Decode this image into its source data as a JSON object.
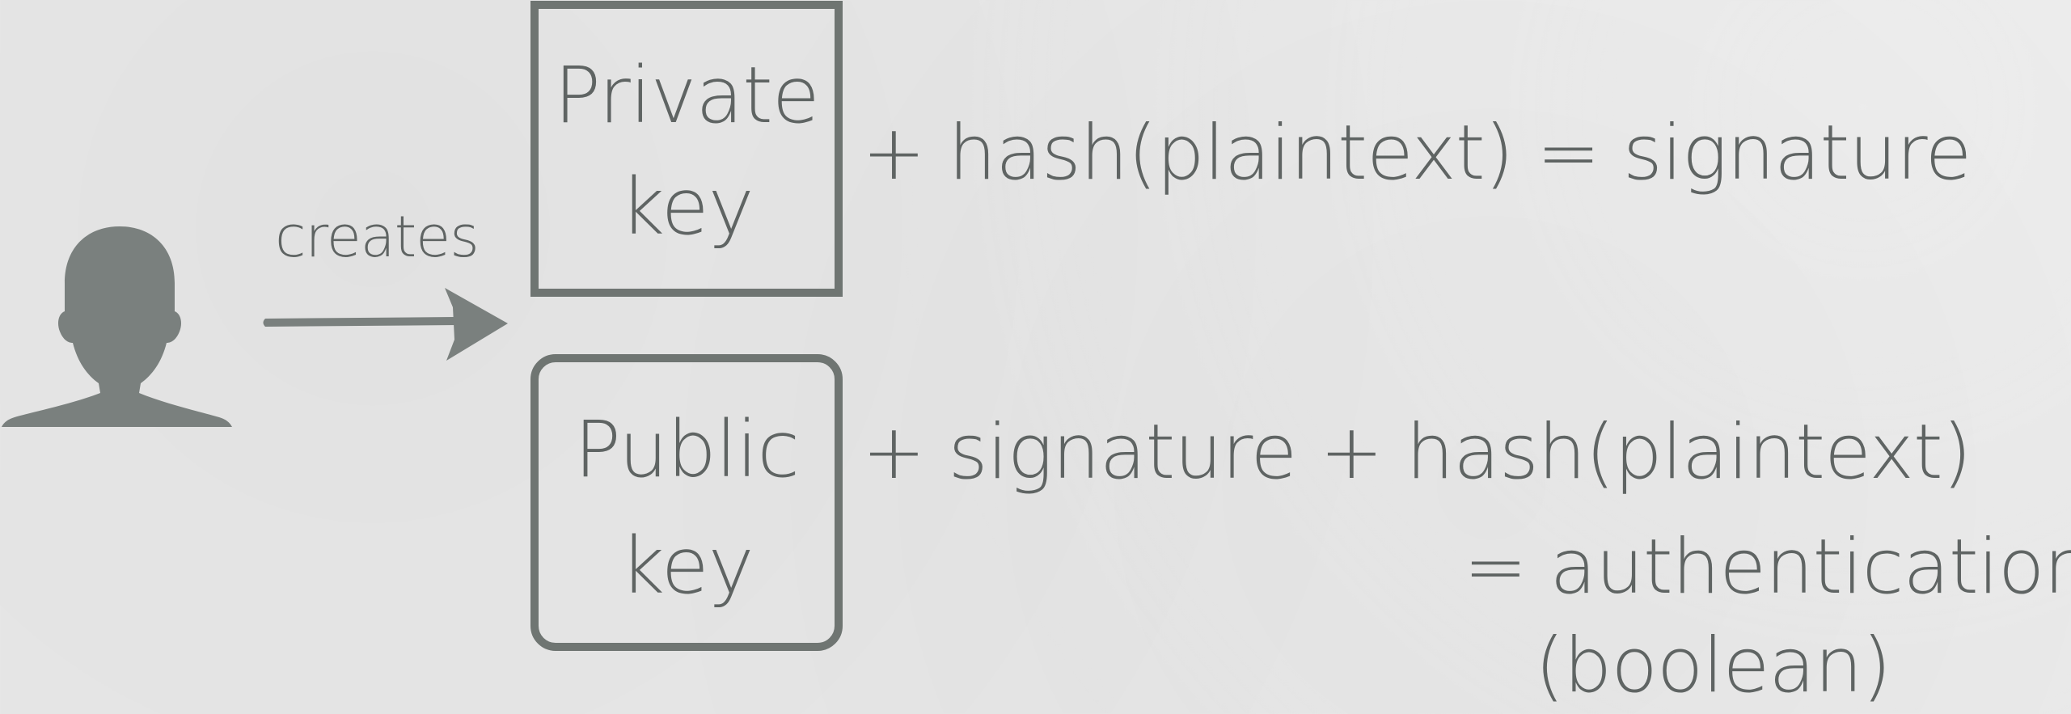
{
  "diagram": {
    "actor_label": "creates",
    "private_key": {
      "line1": "Private",
      "line2": "key",
      "formula": "+ hash(plaintext) = signature"
    },
    "public_key": {
      "line1": "Public",
      "line2": "key",
      "formula_line1": "+ signature + hash(plaintext)",
      "formula_line2": "= authentication",
      "formula_line3": "(boolean)"
    }
  },
  "colors": {
    "background": "#e9e9e9",
    "ink": "#5f6463",
    "icon": "#7a807e",
    "box_stroke": "#6f7572"
  },
  "icons": [
    "user-silhouette-icon",
    "arrow-right-icon"
  ]
}
